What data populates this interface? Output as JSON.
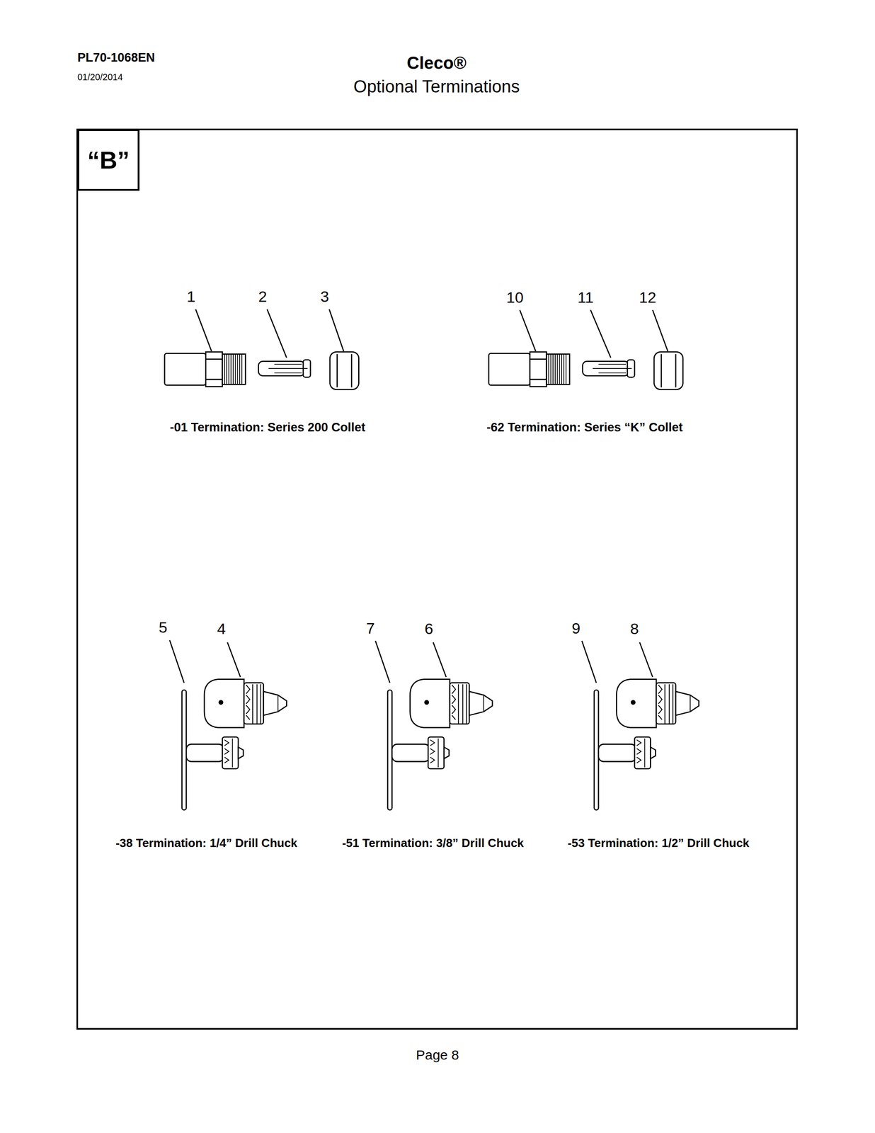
{
  "diagram": {
    "title": "Cleco®",
    "nodes": [
      {
        "text": [
          "“B”"
        ]
      }
    ],
    "labels": [
      "PL70-1068EN",
      "01/20/2014",
      "Optional Terminations",
      "1",
      "2",
      "3",
      "10",
      "11",
      "12",
      "-01 Termination: Series 200 Collet",
      "-62 Termination: Series “K” Collet",
      "5",
      "4",
      "7",
      "6",
      "9",
      "8",
      "-38 Termination: 1/4” Drill Chuck",
      "-51 Termination: 3/8” Drill Chuck",
      "-53 Termination: 1/2” Drill Chuck",
      "Page 8"
    ]
  }
}
